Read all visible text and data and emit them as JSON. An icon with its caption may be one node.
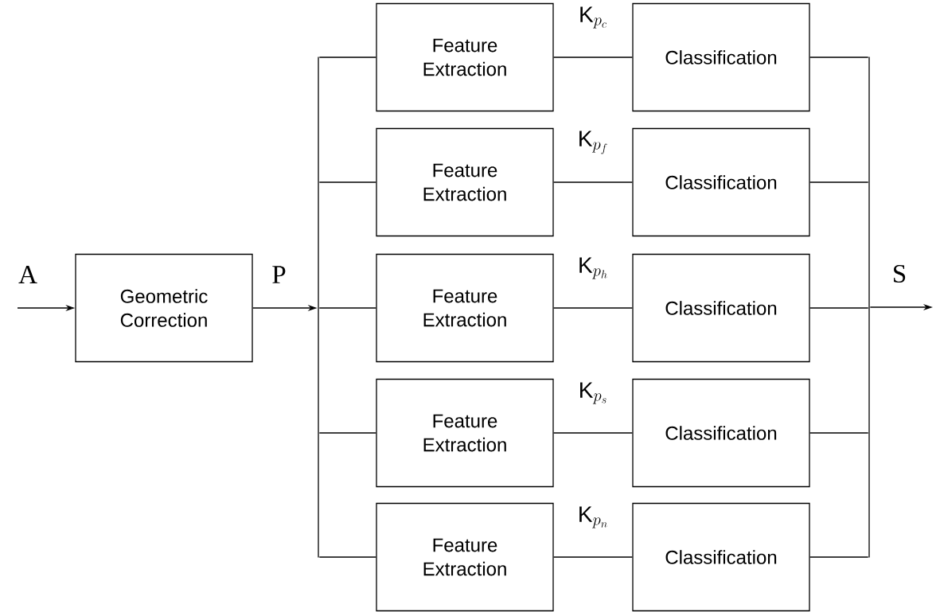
{
  "diagram": {
    "nodes": [
      {
        "text": [
          "Geometric Correction"
        ]
      },
      {
        "text": [],
        "shape": "bar"
      },
      {
        "text": [
          "Feature Extraction"
        ]
      },
      {
        "text": [
          "Classification"
        ]
      },
      {
        "text": [
          "Feature Extraction"
        ]
      },
      {
        "text": [
          "Classification"
        ]
      },
      {
        "text": [
          "Feature Extraction"
        ]
      },
      {
        "text": [
          "Classification"
        ]
      },
      {
        "text": [
          "Feature Extraction"
        ]
      },
      {
        "text": [
          "Classification"
        ]
      },
      {
        "text": [
          "Feature Extraction"
        ]
      },
      {
        "text": [
          "Classification"
        ]
      },
      {
        "text": [],
        "shape": "bar"
      }
    ],
    "edges": [
      {
        "from": null,
        "to": 0,
        "arrow": "to",
        "label": "A"
      },
      {
        "from": 0,
        "to": 1,
        "arrow": "to",
        "label": "P"
      },
      {
        "from": 1,
        "to": 2,
        "arrow": "none"
      },
      {
        "from": 1,
        "to": 4,
        "arrow": "none"
      },
      {
        "from": 1,
        "to": 6,
        "arrow": "none"
      },
      {
        "from": 1,
        "to": 8,
        "arrow": "none"
      },
      {
        "from": 1,
        "to": 10,
        "arrow": "none"
      },
      {
        "from": 2,
        "to": 3,
        "arrow": "none",
        "label": "\\mathrm{K}_{p_c}"
      },
      {
        "from": 4,
        "to": 5,
        "arrow": "none",
        "label": "\\mathrm{K}_{p_f}"
      },
      {
        "from": 6,
        "to": 7,
        "arrow": "none",
        "label": "\\mathrm{K}_{p_h}"
      },
      {
        "from": 8,
        "to": 9,
        "arrow": "none",
        "label": "\\mathrm{K}_{p_s}"
      },
      {
        "from": 10,
        "to": 11,
        "arrow": "none",
        "label": "\\mathrm{K}_{p_n}"
      },
      {
        "from": 3,
        "to": 12,
        "arrow": "none"
      },
      {
        "from": 5,
        "to": 12,
        "arrow": "none"
      },
      {
        "from": 7,
        "to": 12,
        "arrow": "none"
      },
      {
        "from": 9,
        "to": 12,
        "arrow": "none"
      },
      {
        "from": 11,
        "to": 12,
        "arrow": "none"
      },
      {
        "from": 12,
        "to": null,
        "arrow": "to",
        "label": "S"
      }
    ]
  }
}
